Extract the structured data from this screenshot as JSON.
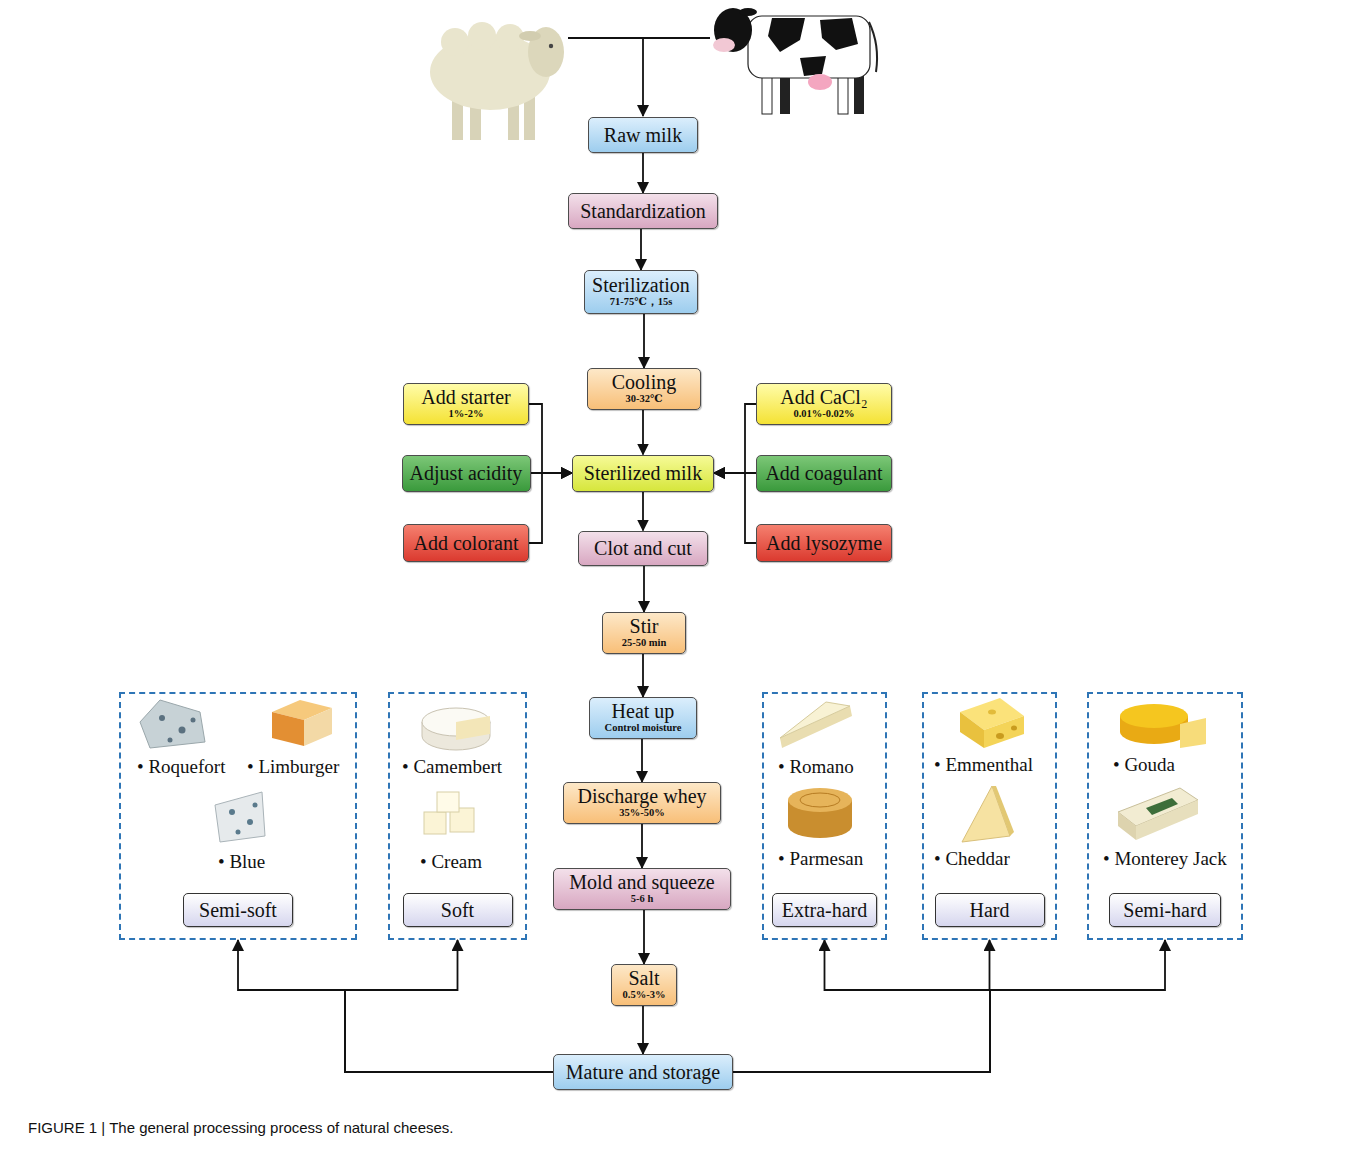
{
  "diagram": {
    "caption": "FIGURE 1 | The general processing process of natural cheeses.",
    "nodes": [
      {
        "text": [
          "Raw milk"
        ]
      },
      {
        "text": [
          "Standardization"
        ]
      },
      {
        "text": [
          "Sterilization",
          "71-75℃，15s"
        ]
      },
      {
        "text": [
          "Cooling",
          "30-32℃"
        ]
      },
      {
        "text": [
          "Add starter",
          "1%-2%"
        ]
      },
      {
        "text": [
          "Add CaCl₂",
          "0.01%-0.02%"
        ]
      },
      {
        "text": [
          "Adjust acidity"
        ]
      },
      {
        "text": [
          "Sterilized milk"
        ]
      },
      {
        "text": [
          "Add coagulant"
        ]
      },
      {
        "text": [
          "Add colorant"
        ]
      },
      {
        "text": [
          "Clot and cut"
        ]
      },
      {
        "text": [
          "Add lysozyme"
        ]
      },
      {
        "text": [
          "Stir",
          "25-50 min"
        ]
      },
      {
        "text": [
          "Heat up",
          "Control moisture"
        ]
      },
      {
        "text": [
          "Discharge whey",
          "35%-50%"
        ]
      },
      {
        "text": [
          "Mold and squeeze",
          "5-6 h"
        ]
      },
      {
        "text": [
          "Salt",
          "0.5%-3%"
        ]
      },
      {
        "text": [
          "Mature and storage"
        ]
      },
      {
        "text": [
          "• Roquefort",
          "• Limburger",
          "• Blue"
        ]
      },
      {
        "text": [
          "Semi-soft"
        ],
        "in": 18
      },
      {
        "text": [
          "• Camembert",
          "• Cream"
        ]
      },
      {
        "text": [
          "Soft"
        ],
        "in": 20
      },
      {
        "text": [
          "• Romano",
          "• Parmesan"
        ]
      },
      {
        "text": [
          "Extra-hard"
        ],
        "in": 22
      },
      {
        "text": [
          "• Emmenthal",
          "• Cheddar"
        ]
      },
      {
        "text": [
          "Hard"
        ],
        "in": 24
      },
      {
        "text": [
          "• Gouda",
          "• Monterey Jack"
        ]
      },
      {
        "text": [
          "Semi-hard"
        ],
        "in": 26
      }
    ],
    "edges": [
      {
        "from": 0,
        "to": 1,
        "arrow": "to"
      },
      {
        "from": 1,
        "to": 2,
        "arrow": "to"
      },
      {
        "from": 2,
        "to": 3,
        "arrow": "to"
      },
      {
        "from": 3,
        "to": 7,
        "arrow": "to"
      },
      {
        "from": 4,
        "to": 7,
        "arrow": "to"
      },
      {
        "from": 6,
        "to": 7,
        "arrow": "to"
      },
      {
        "from": 9,
        "to": 7,
        "arrow": "to"
      },
      {
        "from": 5,
        "to": 7,
        "arrow": "to"
      },
      {
        "from": 8,
        "to": 7,
        "arrow": "to"
      },
      {
        "from": 11,
        "to": 7,
        "arrow": "to"
      },
      {
        "from": 7,
        "to": 10,
        "arrow": "to"
      },
      {
        "from": 10,
        "to": 12,
        "arrow": "to"
      },
      {
        "from": 12,
        "to": 13,
        "arrow": "to"
      },
      {
        "from": 13,
        "to": 14,
        "arrow": "to"
      },
      {
        "from": 14,
        "to": 15,
        "arrow": "to"
      },
      {
        "from": 15,
        "to": 16,
        "arrow": "to"
      },
      {
        "from": 16,
        "to": 17,
        "arrow": "to"
      },
      {
        "from": 17,
        "to": 18,
        "arrow": "to"
      },
      {
        "from": 17,
        "to": 20,
        "arrow": "to"
      },
      {
        "from": 17,
        "to": 22,
        "arrow": "to"
      },
      {
        "from": 17,
        "to": 24,
        "arrow": "to"
      },
      {
        "from": 17,
        "to": 26,
        "arrow": "to"
      }
    ]
  }
}
